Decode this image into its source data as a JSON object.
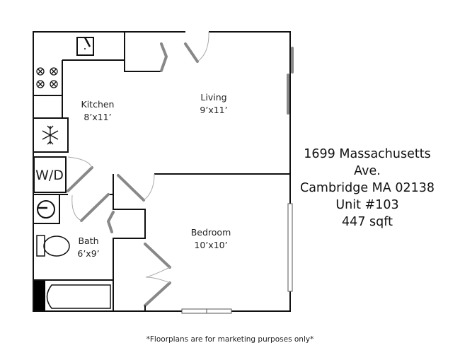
{
  "rooms": {
    "kitchen": {
      "name": "Kitchen",
      "size": "8’x11’"
    },
    "living": {
      "name": "Living",
      "size": "9’x11’"
    },
    "bedroom": {
      "name": "Bedroom",
      "size": "10’x10’"
    },
    "bath": {
      "name": "Bath",
      "size": "6’x9’"
    }
  },
  "appliances": {
    "washer_dryer": "W/D"
  },
  "address": {
    "street": "1699 Massachusetts Ave.",
    "city": "Cambridge MA 02138",
    "unit": "Unit #103",
    "area": "447 sqft"
  },
  "disclaimer": "*Floorplans are for marketing purposes only*"
}
